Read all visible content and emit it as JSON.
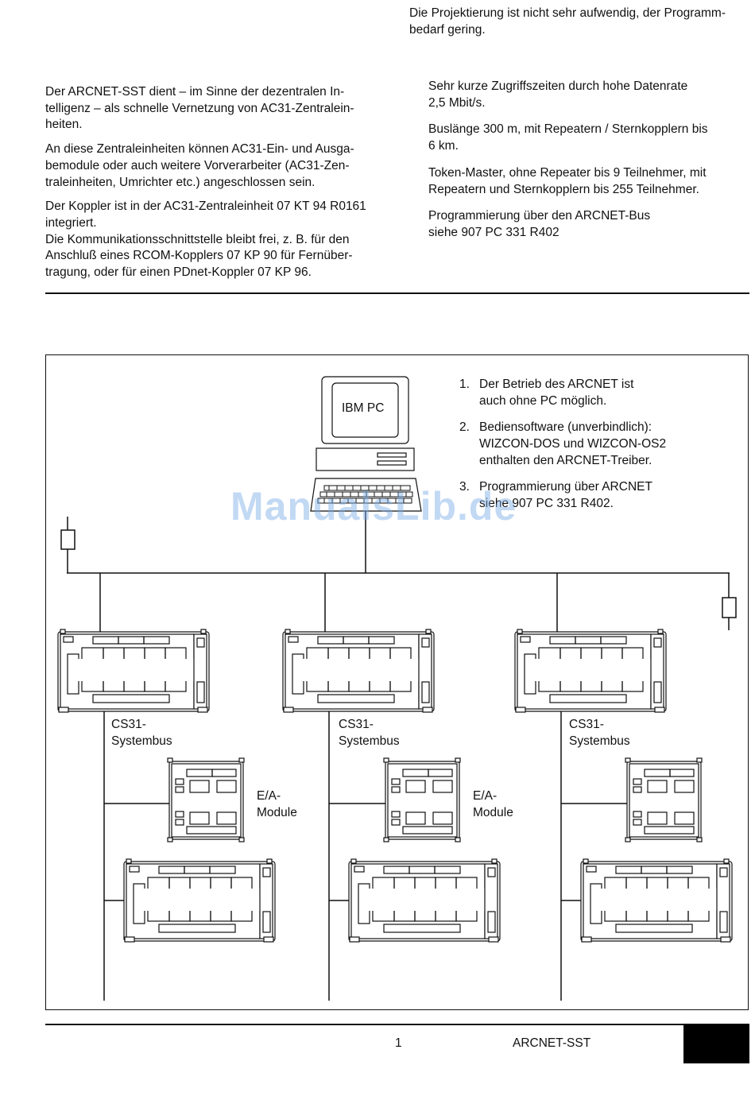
{
  "top_right_text": [
    "Die Projektierung ist nicht sehr aufwendig, der Programm-",
    "bedarf gering."
  ],
  "left_column": {
    "paragraphs": [
      [
        "Der ARCNET-SST dient – im Sinne der dezentralen In-",
        "telligenz – als schnelle Vernetzung von AC31-Zentralein-",
        "heiten."
      ],
      [
        "An diese Zentraleinheiten können AC31-Ein- und Ausga-",
        "bemodule oder auch weitere Vorverarbeiter (AC31-Zen-",
        "traleinheiten, Umrichter etc.) angeschlossen sein."
      ],
      [
        "Der Koppler ist in der AC31-Zentraleinheit 07 KT 94 R0161",
        "integriert.",
        "Die Kommunikationsschnittstelle bleibt frei, z. B. für den",
        "Anschluß eines RCOM-Kopplers 07 KP 90 für Fernüber-",
        "tragung, oder für einen PDnet-Koppler 07 KP 96."
      ]
    ]
  },
  "right_column": {
    "paragraphs": [
      [
        "Sehr kurze Zugriffszeiten durch hohe Datenrate",
        "2,5 Mbit/s."
      ],
      [
        "Buslänge 300 m, mit Repeatern / Sternkopplern bis",
        "6 km."
      ],
      [
        "Token-Master, ohne Repeater bis 9 Teilnehmer, mit",
        "Repeatern und Sternkopplern bis 255 Teilnehmer."
      ],
      [
        "Programmierung über den ARCNET-Bus",
        "siehe 907 PC 331 R402"
      ]
    ]
  },
  "figure": {
    "pc_label": "IBM PC",
    "notes": [
      {
        "num": "1.",
        "lines": [
          "Der Betrieb des ARCNET ist",
          "auch ohne PC möglich."
        ]
      },
      {
        "num": "2.",
        "lines": [
          "Bediensoftware (unverbindlich):",
          "WIZCON-DOS und WIZCON-OS2",
          "enthalten den ARCNET-Treiber."
        ]
      },
      {
        "num": "3.",
        "lines": [
          "Programmierung über ARCNET",
          "siehe 907 PC 331 R402."
        ]
      }
    ],
    "bus_label": [
      "CS31-",
      "Systembus"
    ],
    "io_label": [
      "E/A-",
      "Module"
    ]
  },
  "watermark": "ManualsLib.de",
  "footer": {
    "page_number": "1",
    "title": "ARCNET-SST"
  }
}
